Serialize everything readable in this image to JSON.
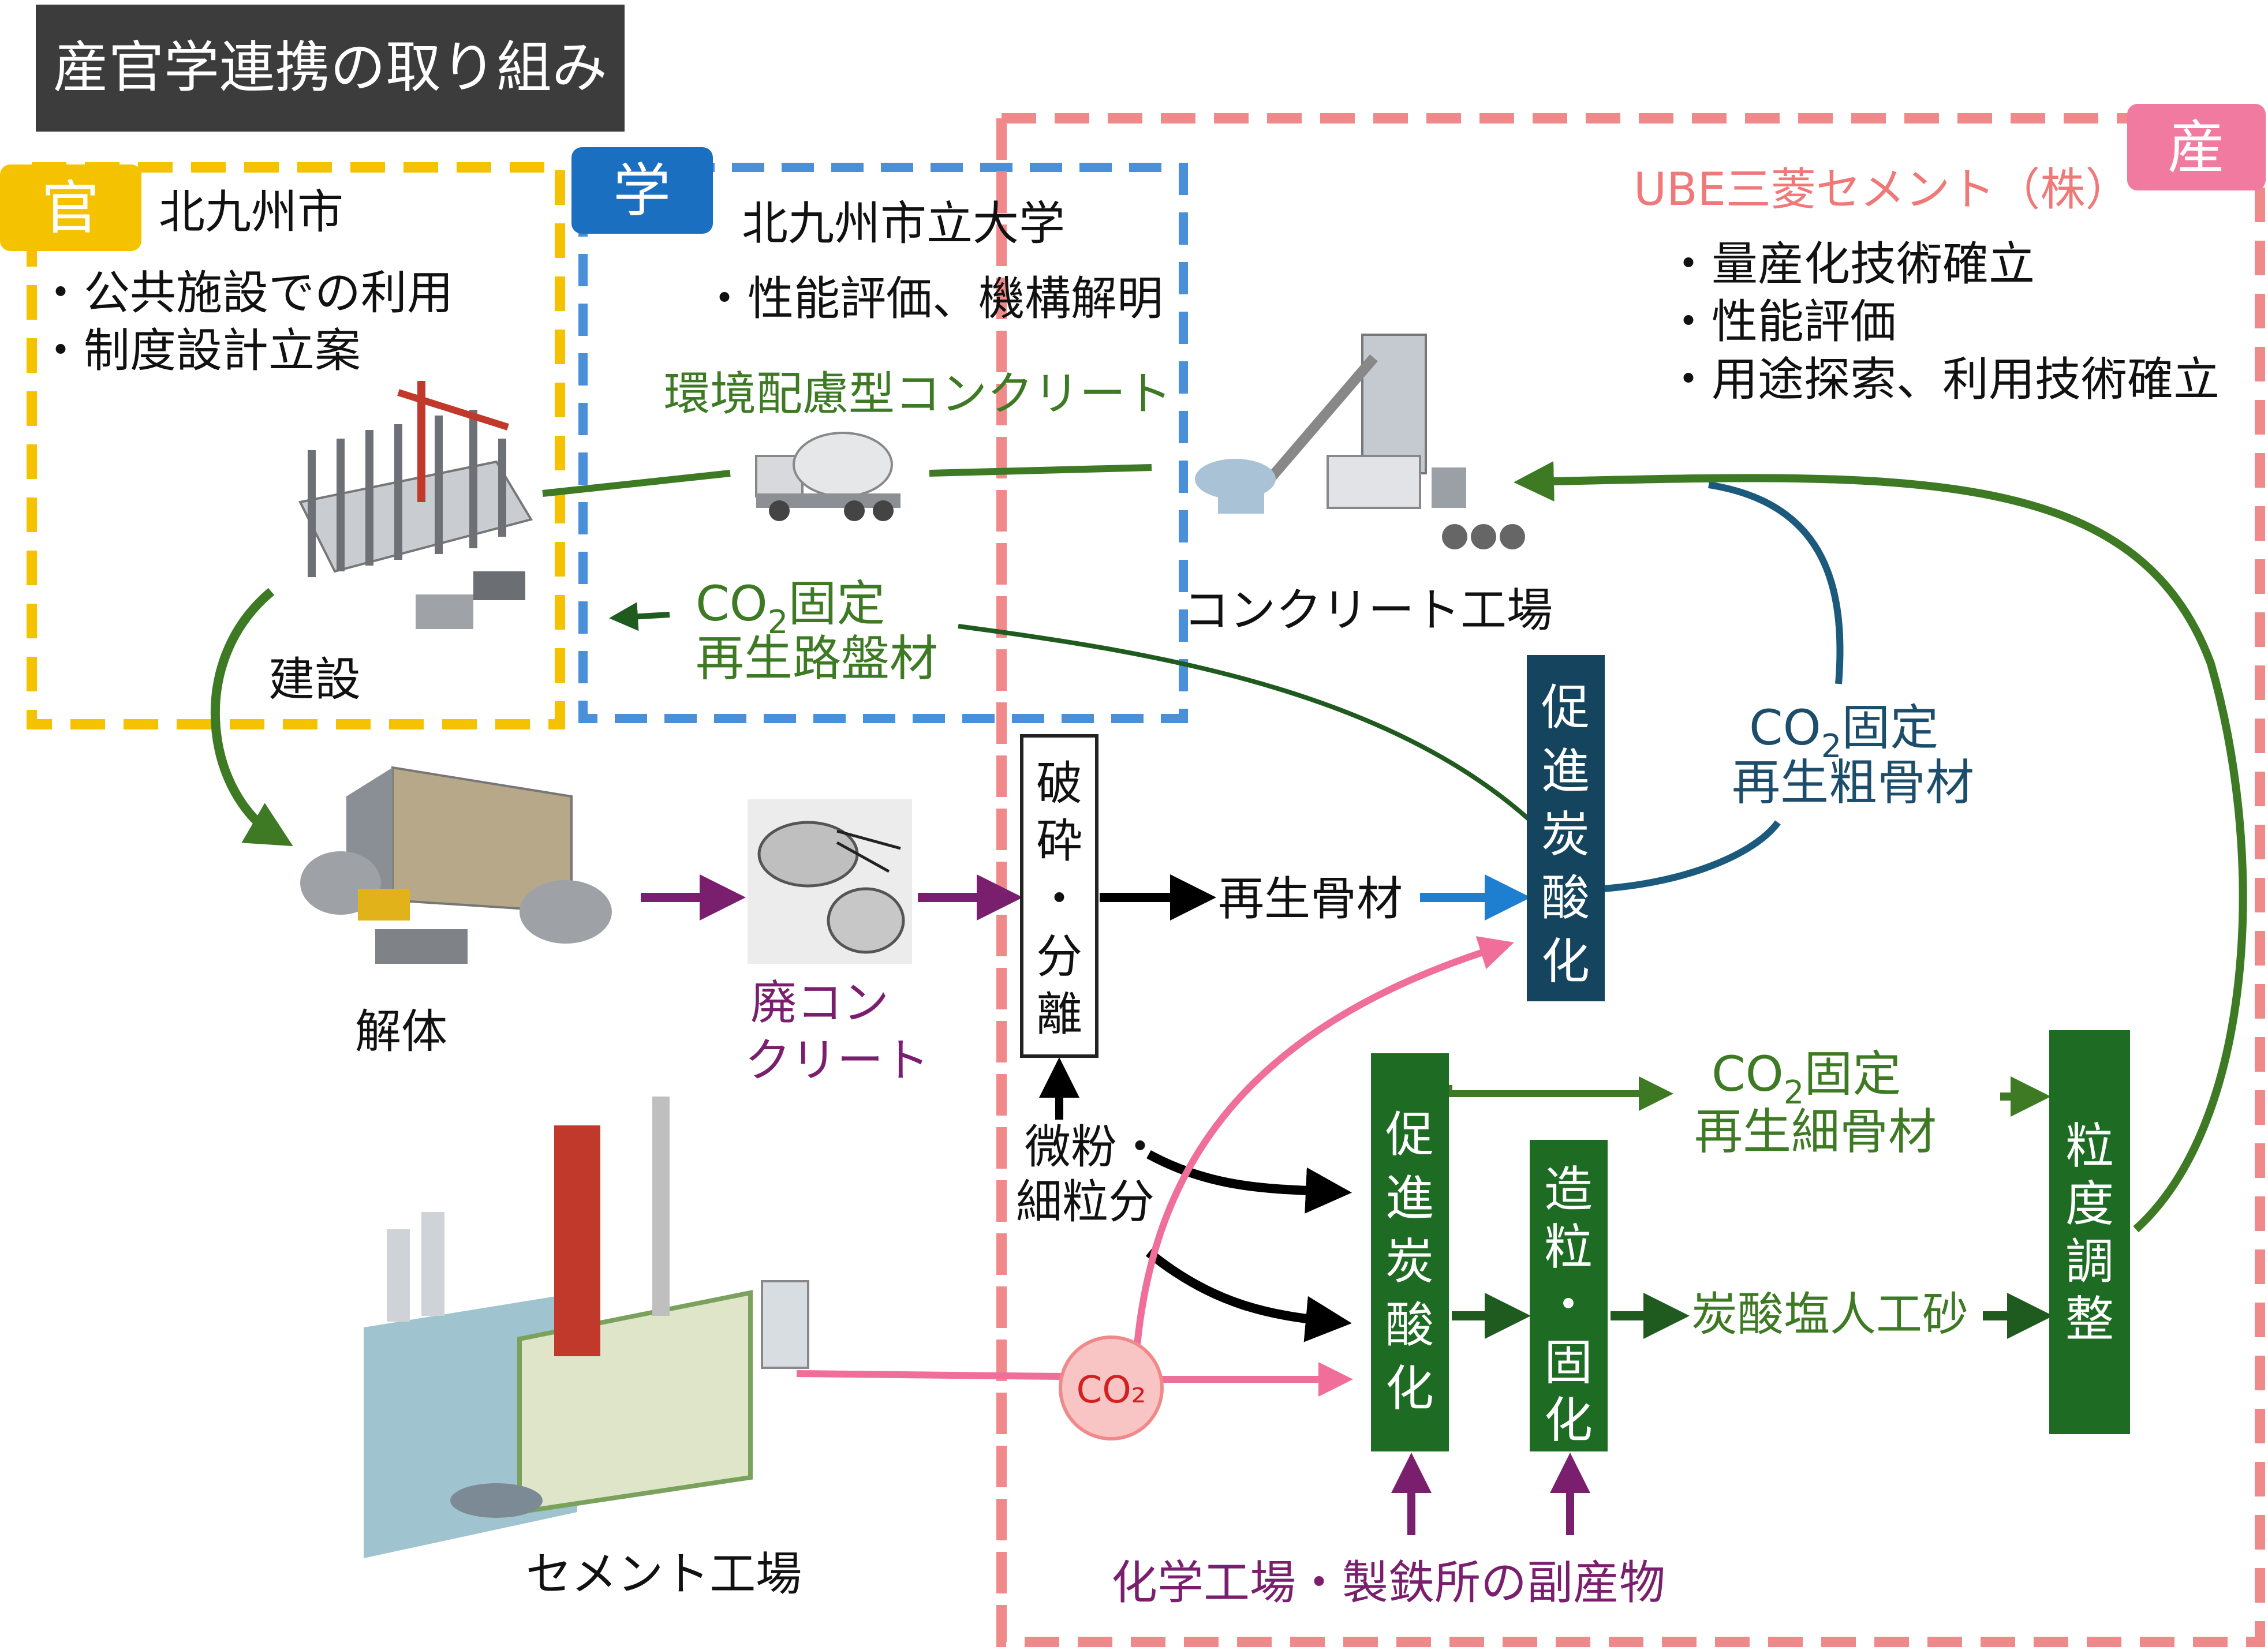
{
  "colors": {
    "gov": "#f5c200",
    "academia": "#4a90d9",
    "industry": "#f08a8a",
    "green_flow": "#3d7a23",
    "dark_green_box": "#1e6b23",
    "navy_box": "#15445e",
    "navy_flow": "#1c5a7d",
    "purple_flow": "#7a1f6e",
    "pink_flow": "#f06e9a",
    "blue_arrow": "#1e7fd0",
    "title_bg": "#3c3c3c"
  },
  "title": "産官学連携の取り組み",
  "sectors": {
    "gov": {
      "tag": "官",
      "name": "北九州市",
      "items": [
        "・公共施設での利用",
        "・制度設計立案"
      ]
    },
    "academia": {
      "tag": "学",
      "name": "北九州市立大学",
      "items": [
        "・性能評価、機構解明"
      ]
    },
    "industry": {
      "tag": "産",
      "name": "UBE三菱セメント（株）",
      "items": [
        "・量産化技術確立",
        "・性能評価",
        "・用途探索、利用技術確立"
      ]
    }
  },
  "labels": {
    "eco_concrete": "環境配慮型コンクリート",
    "construction": "建設",
    "demolition": "解体",
    "waste_concrete": [
      "廃コン",
      "クリート"
    ],
    "crush_separate": [
      "破",
      "砕",
      "・",
      "分",
      "離"
    ],
    "recycled_aggregate": "再生骨材",
    "fines": [
      "微粉・",
      "細粒分"
    ],
    "concrete_plant": "コンクリート工場",
    "cement_plant": "セメント工場",
    "co2_bubble": "CO₂",
    "co2_fixed": "CO",
    "co2_sub": "2",
    "co2_fixed_suffix": "固定",
    "road_base": "再生路盤材",
    "coarse_agg": "再生粗骨材",
    "fine_agg": "再生細骨材",
    "carbonate_sand": "炭酸塩人工砂",
    "byproducts": "化学工場・製鉄所の副産物"
  },
  "process_boxes": {
    "accelerated_carbonation_top": [
      "促",
      "進",
      "炭",
      "酸",
      "化"
    ],
    "accelerated_carbonation_bottom": [
      "促",
      "進",
      "炭",
      "酸",
      "化"
    ],
    "granulation": [
      "造",
      "粒",
      "・",
      "固",
      "化"
    ],
    "grading": [
      "粒",
      "度",
      "調",
      "整"
    ]
  }
}
